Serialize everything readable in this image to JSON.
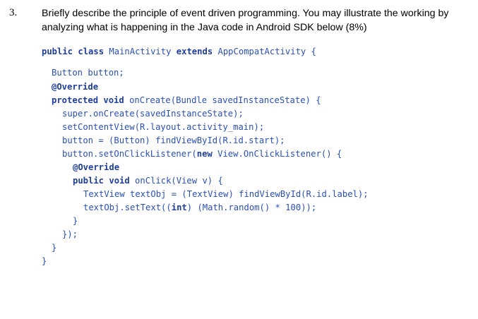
{
  "question": {
    "number": "3.",
    "text_line1": "Briefly describe the principle of event driven programming. You may illustrate the working by",
    "text_line2": "analyzing what is happening in the Java code in Android SDK below (8%)"
  },
  "code": {
    "l1_kw1": "public class",
    "l1_t1": " MainActivity ",
    "l1_kw2": "extends",
    "l1_t2": " AppCompatActivity {",
    "l2": "Button button;",
    "l3": "@Override",
    "l4_kw": "protected void",
    "l4_t": " onCreate(Bundle savedInstanceState) {",
    "l5": "super.onCreate(savedInstanceState);",
    "l6": "setContentView(R.layout.activity_main);",
    "l7": "button = (Button) findViewById(R.id.start);",
    "l8_t1": "button.setOnClickListener(",
    "l8_kw": "new",
    "l8_t2": " View.OnClickListener() {",
    "l9": "@Override",
    "l10_kw": "public void",
    "l10_t": " onClick(View v) {",
    "l11": "TextView textObj = (TextView) findViewById(R.id.label);",
    "l12_t1": "textObj.setText((",
    "l12_kw": "int",
    "l12_t2": ") (Math.random() * 100));",
    "l13": "}",
    "l14": "});",
    "l15": "}",
    "l16": "}"
  }
}
